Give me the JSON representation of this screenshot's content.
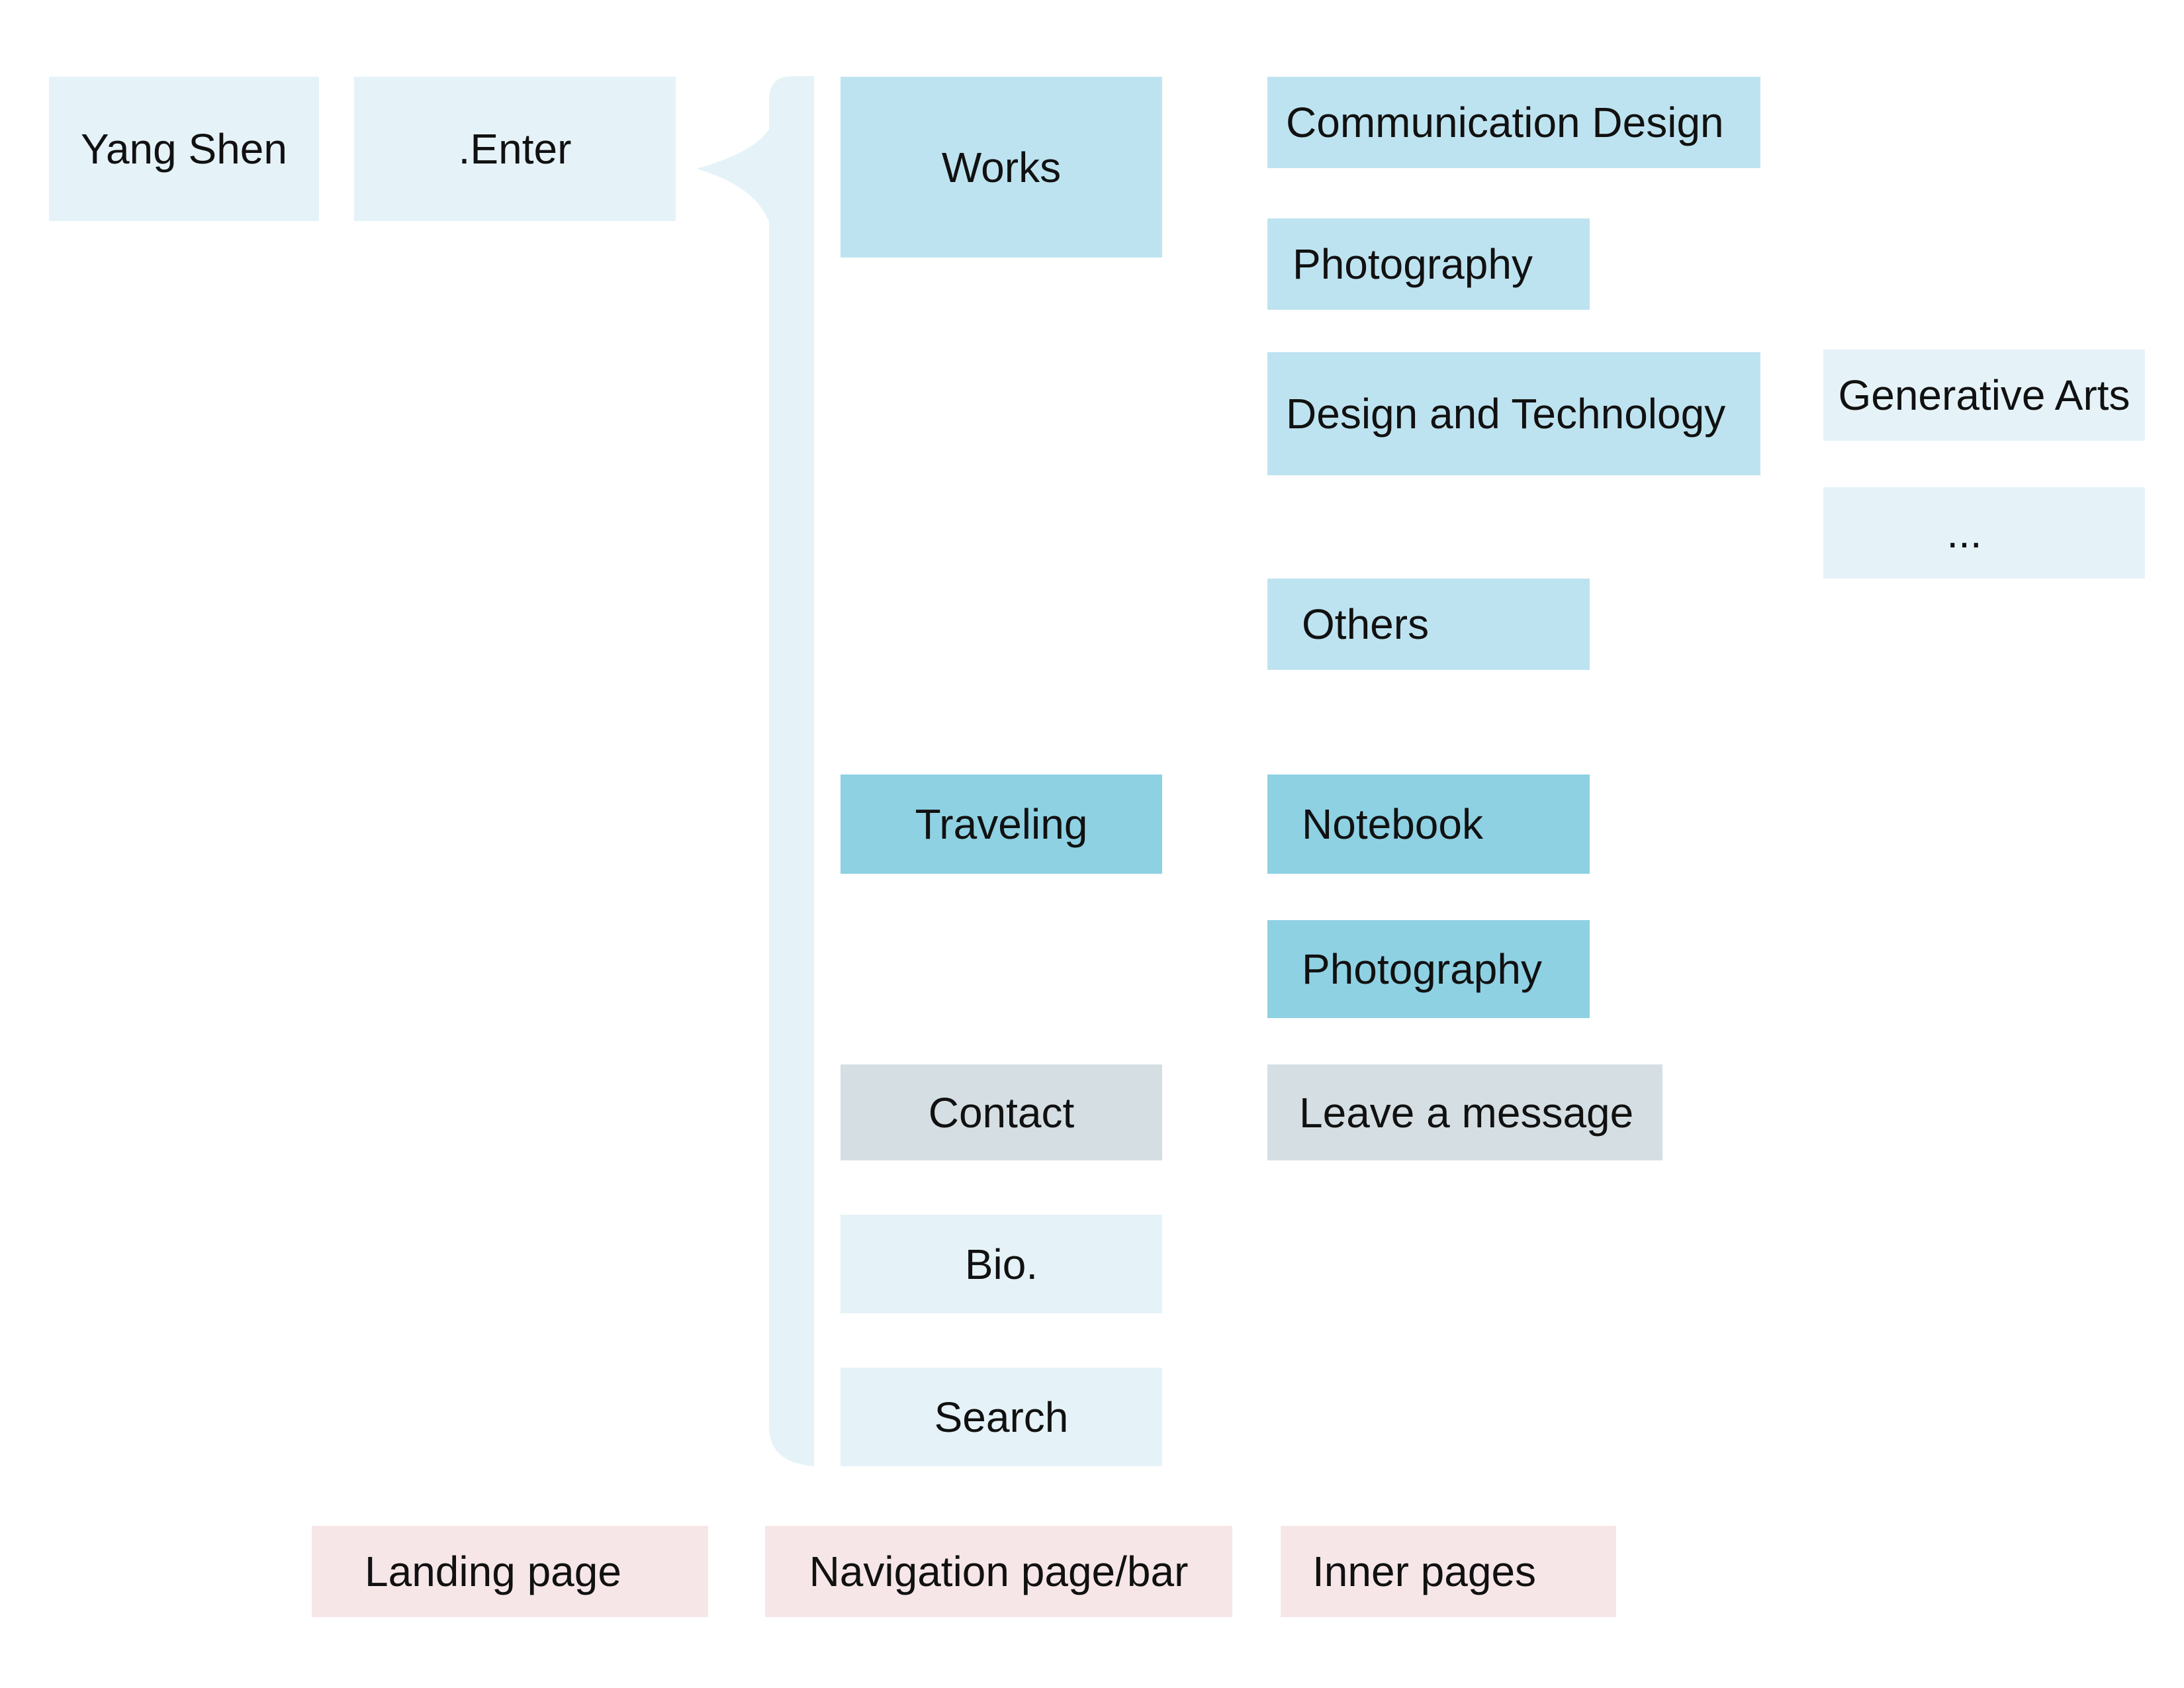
{
  "landing": {
    "name": "Yang Shen",
    "enter": ".Enter"
  },
  "navigation": {
    "works": "Works",
    "traveling": "Traveling",
    "contact": "Contact",
    "bio": "Bio.",
    "search": "Search"
  },
  "inner": {
    "works": {
      "communication_design": "Communication Design",
      "photography": "Photography",
      "design_and_technology": "Design and Technology",
      "others": "Others",
      "sub": {
        "generative_arts": "Generative Arts",
        "more": "..."
      }
    },
    "traveling": {
      "notebook": "Notebook",
      "photography": "Photography"
    },
    "contact": {
      "leave_message": "Leave a message"
    }
  },
  "legend": {
    "landing_page": "Landing page",
    "navigation_page": "Navigation page/bar",
    "inner_pages": "Inner pages"
  },
  "colors": {
    "light": "#e5f3f8",
    "mid": "#bee3f0",
    "dark": "#8ed1e3",
    "gray": "#d5dfe3",
    "pink": "#f7e6e8"
  }
}
